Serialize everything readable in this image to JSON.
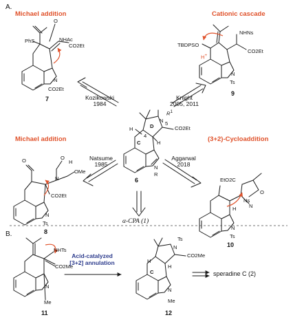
{
  "colors": {
    "accent_red": "#e0522b",
    "acid_blue": "#2b3a8c",
    "line": "#1a1a1a"
  },
  "section_a": {
    "label": "A.",
    "headings": {
      "top_left": "Michael addition",
      "top_right": "Cationic cascade",
      "mid_left": "Michael addition",
      "mid_right": "(3+2)-Cycloaddition"
    },
    "citations": {
      "kozikowski": "Kozikowski\n1984",
      "knight": "Knight\n2005, 2011",
      "natsume": "Natsume\n1985",
      "aggarwal": "Aggarwal\n2018"
    },
    "center": {
      "labels": {
        "r1": "R",
        "r1sup": "1",
        "n": "N",
        "co2et": "CO2Et",
        "h4": "H",
        "pos4": "4",
        "ringD": "D",
        "ringC": "C",
        "pos5": "5",
        "h5": "H",
        "nr": "N",
        "r": "R"
      },
      "compound": "6",
      "product": "α-CPA (1)"
    },
    "c7": {
      "ac": "O",
      "phs": "PhS",
      "nhac": "NHAc",
      "co2et": "CO2Et",
      "n": "N",
      "sub": "CO2Et",
      "num": "7"
    },
    "c9": {
      "tbdpso": "TBDPSO",
      "h": "H",
      "plus": "+",
      "nhns": "NHNs",
      "co2et": "CO2Et",
      "n": "N",
      "ts": "Ts",
      "num": "9"
    },
    "c8": {
      "o1": "O",
      "o2": "O",
      "h": "H",
      "n": "N",
      "ome": "OMe",
      "co2et": "CO2Et",
      "nind": "N",
      "ts": "Ts",
      "num": "8"
    },
    "c10": {
      "etoc": "EtO2C",
      "ns": "Ns",
      "n": "N",
      "o": "O",
      "h": "H",
      "nind": "N",
      "ts": "Ts",
      "num": "10"
    }
  },
  "section_b": {
    "label": "B.",
    "c11": {
      "nhts": "NHTs",
      "co2me": "CO2Me",
      "n": "N",
      "me": "Me",
      "num": "11"
    },
    "acid_text": "Acid-catalyzed\n[3+2] annulation",
    "c12": {
      "ts": "Ts",
      "n": "N",
      "co2me": "CO2Me",
      "c": "C",
      "h1": "H",
      "h2": "H",
      "nind": "N",
      "me": "Me",
      "num": "12"
    },
    "product": "speradine C (2)"
  }
}
